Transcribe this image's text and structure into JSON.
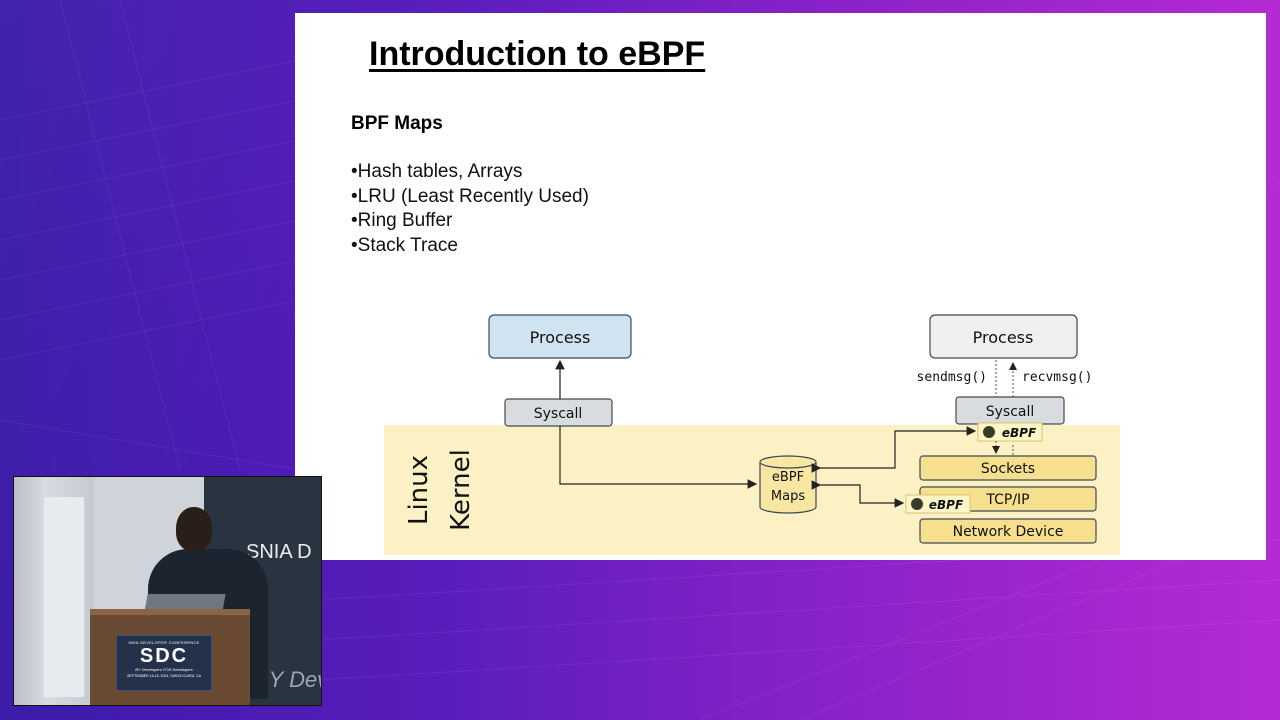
{
  "slide": {
    "title": "Introduction to eBPF",
    "subheading": "BPF Maps",
    "bullets": [
      "•Hash tables, Arrays",
      "•LRU (Least Recently Used)",
      "•Ring Buffer",
      "•Stack Trace"
    ]
  },
  "diagram": {
    "left_process": "Process",
    "left_syscall": "Syscall",
    "kernel_label_1": "Linux",
    "kernel_label_2": "Kernel",
    "maps_label_1": "eBPF",
    "maps_label_2": "Maps",
    "right_process": "Process",
    "sendmsg": "sendmsg()",
    "recvmsg": "recvmsg()",
    "right_syscall": "Syscall",
    "ebpf_badge_1": "eBPF",
    "ebpf_badge_2": "eBPF",
    "sockets": "Sockets",
    "tcpip": "TCP/IP",
    "network_device": "Network Device"
  },
  "webcam": {
    "banner_text": "SNIA D",
    "banner_text_2": "BY Dev",
    "sign_conference": "SNIA DEVELOPER CONFERENCE",
    "sign_logo": "SDC",
    "sign_tagline": "BY Developers FOR Developers",
    "sign_dates": "SEPTEMBER 16-18, 2024, SANTA CLARA, CA"
  },
  "colors": {
    "kernel_fill": "#fbf1c4",
    "left_process_fill": "#cfe3f0",
    "right_process_fill": "#eef0f1",
    "syscall_fill": "#d9dcdf",
    "stack_box_fill": "#f6e08e",
    "maps_fill": "#f7e7a3"
  }
}
